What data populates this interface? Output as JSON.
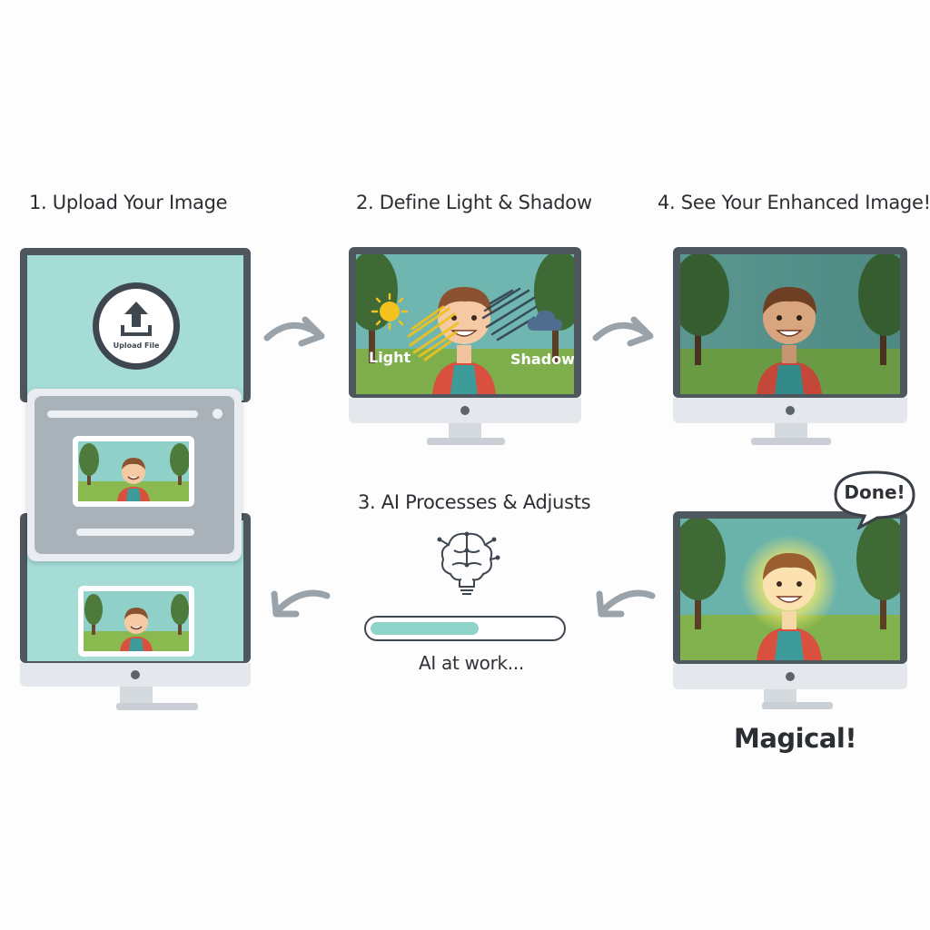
{
  "steps": {
    "upload": {
      "title": "1. Upload Your Image",
      "upload_label": "Upload File"
    },
    "define": {
      "title": "2. Define Light & Shadow",
      "light_label": "Light",
      "shadow_label": "Shadow"
    },
    "process": {
      "title": "3. AI Processes & Adjusts",
      "status_text": "AI at work...",
      "progress_fraction": 0.57
    },
    "result": {
      "title": "4. See Your Enhanced Image!"
    }
  },
  "bubble": {
    "text": "Done!"
  },
  "tagline": "Magical!",
  "icons": {
    "upload": "upload-arrow-icon",
    "sun": "sun-icon",
    "cloud": "cloud-icon",
    "ai": "ai-brain-lightbulb-icon",
    "arrow": "curved-arrow-icon"
  },
  "colors": {
    "screen_teal": "#a6dcd6",
    "bezel": "#4e565e",
    "progress_fill": "#8fd3cb",
    "sun_yellow": "#f4c21f",
    "cloud_blue": "#4f6d8f"
  }
}
